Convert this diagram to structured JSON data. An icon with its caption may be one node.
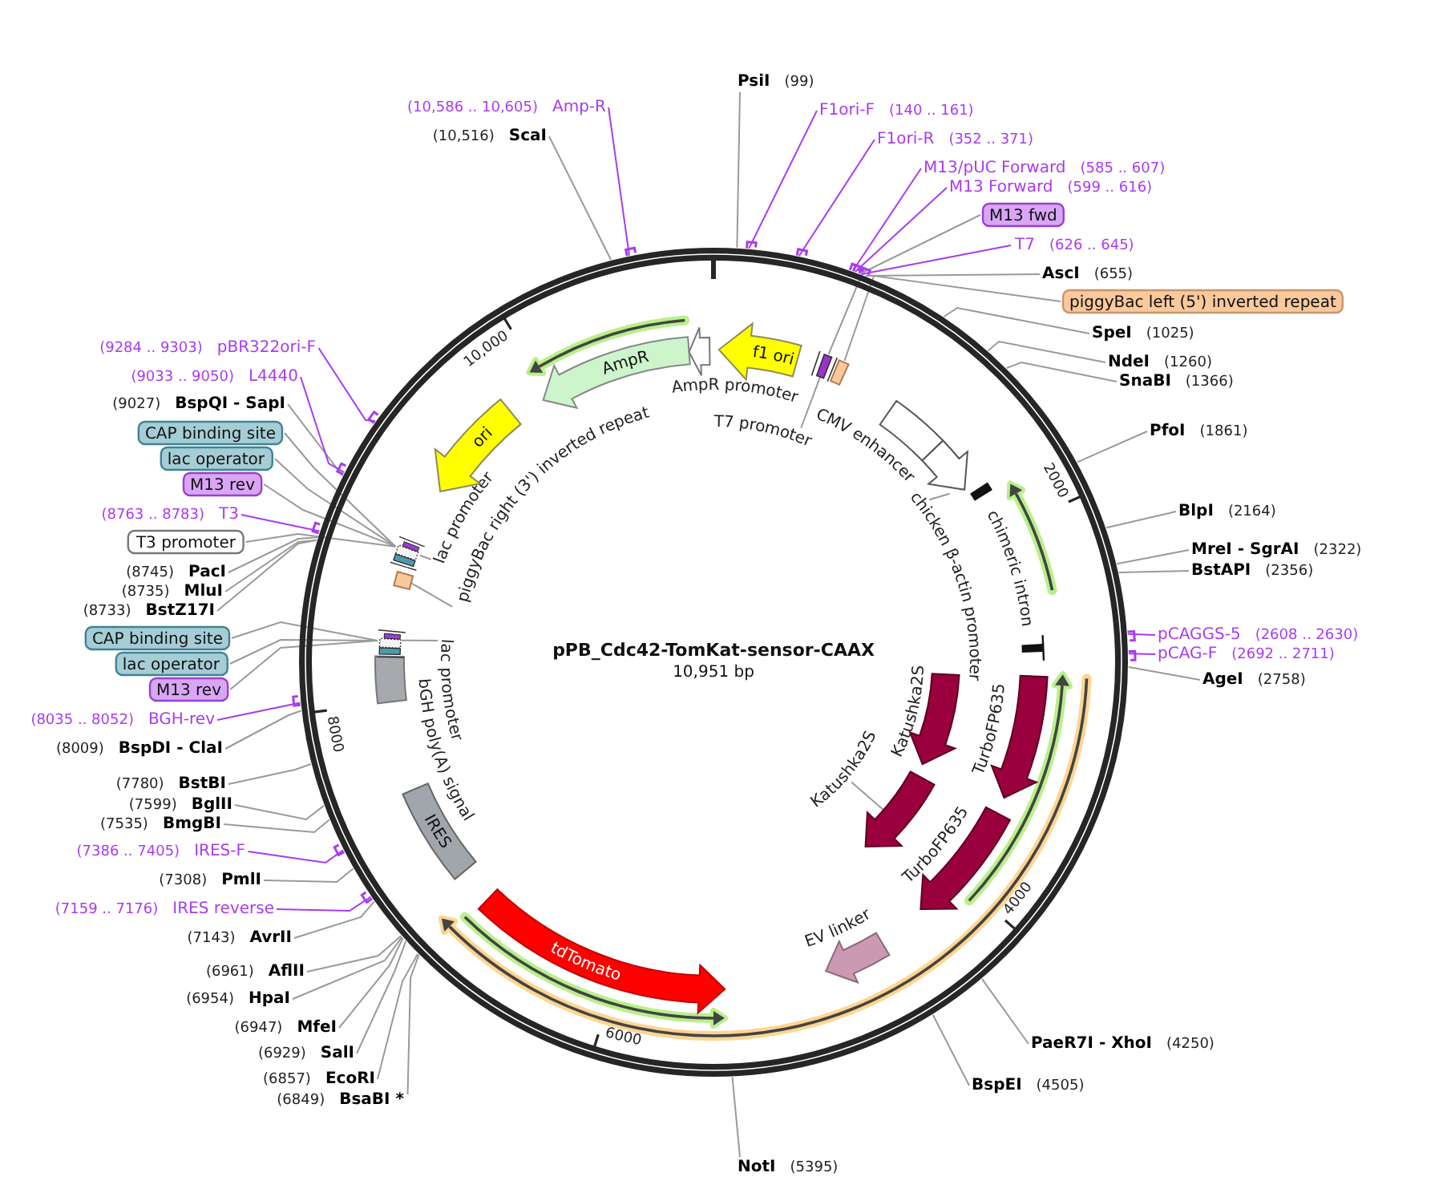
{
  "diagram": {
    "nodes": [
      {
        "text": [
          "pPB_Cdc42-TomKat-sensor-CAAX",
          "10,951 bp"
        ]
      },
      {
        "text": [
          "f1 ori"
        ],
        "in": 0
      },
      {
        "text": [
          "T7 promoter"
        ],
        "in": 0
      },
      {
        "text": [],
        "shape": "box",
        "in": 0
      },
      {
        "text": [],
        "shape": "box",
        "in": 0
      },
      {
        "text": [
          "CMV enhancer"
        ],
        "in": 0
      },
      {
        "text": [
          "chicken β-actin promoter"
        ],
        "in": 0
      },
      {
        "text": [],
        "shape": "arrow",
        "in": 0
      },
      {
        "text": [
          "chimeric intron"
        ],
        "in": 0
      },
      {
        "text": [
          "Katushka2S"
        ],
        "in": 0
      },
      {
        "text": [
          "TurboFP635"
        ],
        "in": 0
      },
      {
        "text": [
          "Katushka2S"
        ],
        "in": 0
      },
      {
        "text": [],
        "shape": "arrow",
        "in": 0
      },
      {
        "text": [
          "TurboFP635"
        ],
        "in": 0
      },
      {
        "text": [
          "EV linker"
        ],
        "in": 0
      },
      {
        "text": [
          "tdTomato"
        ],
        "in": 0
      },
      {
        "text": [
          "IRES"
        ],
        "in": 0
      },
      {
        "text": [
          "bGH poly(A) signal"
        ],
        "in": 0
      },
      {
        "text": [
          "lac promoter"
        ],
        "in": 0
      },
      {
        "text": [],
        "shape": "box",
        "in": 0
      },
      {
        "text": [
          "lac promoter"
        ],
        "in": 0
      },
      {
        "text": [],
        "shape": "box",
        "in": 0
      },
      {
        "text": [
          "piggyBac right (3') inverted repeat"
        ],
        "in": 0
      },
      {
        "text": [],
        "shape": "box",
        "in": 0
      },
      {
        "text": [
          "ori"
        ],
        "in": 0
      },
      {
        "text": [
          "AmpR"
        ],
        "in": 0
      },
      {
        "text": [
          "AmpR promoter"
        ],
        "in": 0
      },
      {
        "text": [
          "PsiI",
          "(99)"
        ]
      },
      {
        "text": [
          "F1ori-F",
          "(140 .. 161)"
        ]
      },
      {
        "text": [
          "F1ori-R",
          "(352 .. 371)"
        ]
      },
      {
        "text": [
          "M13/pUC Forward",
          "(585 .. 607)"
        ]
      },
      {
        "text": [
          "M13 Forward",
          "(599 .. 616)"
        ]
      },
      {
        "text": [
          "M13 fwd"
        ]
      },
      {
        "text": [
          "T7",
          "(626 .. 645)"
        ]
      },
      {
        "text": [
          "AscI",
          "(655)"
        ]
      },
      {
        "text": [
          "piggyBac left (5') inverted repeat"
        ]
      },
      {
        "text": [
          "SpeI",
          "(1025)"
        ]
      },
      {
        "text": [
          "NdeI",
          "(1260)"
        ]
      },
      {
        "text": [
          "SnaBI",
          "(1366)"
        ]
      },
      {
        "text": [
          "PfoI",
          "(1861)"
        ]
      },
      {
        "text": [
          "BlpI",
          "(2164)"
        ]
      },
      {
        "text": [
          "MreI - SgrAI",
          "(2322)"
        ]
      },
      {
        "text": [
          "BstAPI",
          "(2356)"
        ]
      },
      {
        "text": [
          "pCAGGS-5",
          "(2608 .. 2630)"
        ]
      },
      {
        "text": [
          "pCAG-F",
          "(2692 .. 2711)"
        ]
      },
      {
        "text": [
          "AgeI",
          "(2758)"
        ]
      },
      {
        "text": [
          "PaeR7I - XhoI",
          "(4250)"
        ]
      },
      {
        "text": [
          "BspEI",
          "(4505)"
        ]
      },
      {
        "text": [
          "NotI",
          "(5395)"
        ]
      },
      {
        "text": [
          "(6849)",
          "BsaBI *"
        ]
      },
      {
        "text": [
          "(6857)",
          "EcoRI"
        ]
      },
      {
        "text": [
          "(6929)",
          "SalI"
        ]
      },
      {
        "text": [
          "(6947)",
          "MfeI"
        ]
      },
      {
        "text": [
          "(6954)",
          "HpaI"
        ]
      },
      {
        "text": [
          "(6961)",
          "AflII"
        ]
      },
      {
        "text": [
          "(7143)",
          "AvrII"
        ]
      },
      {
        "text": [
          "(7159 .. 7176)",
          "IRES reverse"
        ]
      },
      {
        "text": [
          "(7308)",
          "PmlI"
        ]
      },
      {
        "text": [
          "(7386 .. 7405)",
          "IRES-F"
        ]
      },
      {
        "text": [
          "(7535)",
          "BmgBI"
        ]
      },
      {
        "text": [
          "(7599)",
          "BglII"
        ]
      },
      {
        "text": [
          "(7780)",
          "BstBI"
        ]
      },
      {
        "text": [
          "(8009)",
          "BspDI - ClaI"
        ]
      },
      {
        "text": [
          "(8035 .. 8052)",
          "BGH-rev"
        ]
      },
      {
        "text": [
          "M13 rev"
        ]
      },
      {
        "text": [
          "lac operator"
        ]
      },
      {
        "text": [
          "CAP binding site"
        ]
      },
      {
        "text": [
          "(8733)",
          "BstZ17I"
        ]
      },
      {
        "text": [
          "(8735)",
          "MluI"
        ]
      },
      {
        "text": [
          "(8745)",
          "PacI"
        ]
      },
      {
        "text": [
          "T3 promoter"
        ]
      },
      {
        "text": [
          "(8763 .. 8783)",
          "T3"
        ]
      },
      {
        "text": [
          "M13 rev"
        ]
      },
      {
        "text": [
          "lac operator"
        ]
      },
      {
        "text": [
          "CAP binding site"
        ]
      },
      {
        "text": [
          "(9027)",
          "BspQI - SapI"
        ]
      },
      {
        "text": [
          "(9033 .. 9050)",
          "L4440"
        ]
      },
      {
        "text": [
          "(9284 .. 9303)",
          "pBR322ori-F"
        ]
      },
      {
        "text": [
          "(10,516)",
          "ScaI"
        ]
      },
      {
        "text": [
          "(10,586 .. 10,605)",
          "Amp-R"
        ]
      }
    ],
    "edges": [
      {
        "from": 2,
        "to": 3,
        "arrow": "none"
      },
      {
        "from": 6,
        "to": 7,
        "arrow": "none"
      },
      {
        "from": 11,
        "to": 12,
        "arrow": "none"
      },
      {
        "from": 18,
        "to": 19,
        "arrow": "none"
      },
      {
        "from": 20,
        "to": 21,
        "arrow": "none"
      },
      {
        "from": 22,
        "to": 23,
        "arrow": "none"
      },
      {
        "from": 27,
        "to": 0,
        "arrow": "none"
      },
      {
        "from": 28,
        "to": 0,
        "arrow": "none",
        "color": "#a83cf0"
      },
      {
        "from": 29,
        "to": 0,
        "arrow": "none",
        "color": "#a83cf0"
      },
      {
        "from": 30,
        "to": 0,
        "arrow": "none",
        "color": "#a83cf0"
      },
      {
        "from": 31,
        "to": 0,
        "arrow": "none",
        "color": "#a83cf0"
      },
      {
        "from": 32,
        "to": 3,
        "arrow": "none"
      },
      {
        "from": 33,
        "to": 0,
        "arrow": "none",
        "color": "#a83cf0"
      },
      {
        "from": 34,
        "to": 0,
        "arrow": "none"
      },
      {
        "from": 35,
        "to": 4,
        "arrow": "none"
      },
      {
        "from": 36,
        "to": 0,
        "arrow": "none"
      },
      {
        "from": 37,
        "to": 0,
        "arrow": "none"
      },
      {
        "from": 38,
        "to": 0,
        "arrow": "none"
      },
      {
        "from": 39,
        "to": 0,
        "arrow": "none"
      },
      {
        "from": 40,
        "to": 0,
        "arrow": "none"
      },
      {
        "from": 41,
        "to": 0,
        "arrow": "none"
      },
      {
        "from": 42,
        "to": 0,
        "arrow": "none"
      },
      {
        "from": 43,
        "to": 0,
        "arrow": "none",
        "color": "#a83cf0"
      },
      {
        "from": 44,
        "to": 0,
        "arrow": "none",
        "color": "#a83cf0"
      },
      {
        "from": 45,
        "to": 0,
        "arrow": "none"
      },
      {
        "from": 46,
        "to": 0,
        "arrow": "none"
      },
      {
        "from": 47,
        "to": 0,
        "arrow": "none"
      },
      {
        "from": 48,
        "to": 0,
        "arrow": "none"
      },
      {
        "from": 49,
        "to": 0,
        "arrow": "none"
      },
      {
        "from": 50,
        "to": 0,
        "arrow": "none"
      },
      {
        "from": 51,
        "to": 0,
        "arrow": "none"
      },
      {
        "from": 52,
        "to": 0,
        "arrow": "none"
      },
      {
        "from": 53,
        "to": 0,
        "arrow": "none"
      },
      {
        "from": 54,
        "to": 0,
        "arrow": "none"
      },
      {
        "from": 55,
        "to": 0,
        "arrow": "none"
      },
      {
        "from": 56,
        "to": 0,
        "arrow": "none",
        "color": "#a83cf0"
      },
      {
        "from": 57,
        "to": 0,
        "arrow": "none"
      },
      {
        "from": 58,
        "to": 0,
        "arrow": "none",
        "color": "#a83cf0"
      },
      {
        "from": 59,
        "to": 0,
        "arrow": "none"
      },
      {
        "from": 60,
        "to": 0,
        "arrow": "none"
      },
      {
        "from": 61,
        "to": 0,
        "arrow": "none"
      },
      {
        "from": 62,
        "to": 0,
        "arrow": "none"
      },
      {
        "from": 63,
        "to": 0,
        "arrow": "none",
        "color": "#a83cf0"
      },
      {
        "from": 64,
        "to": 19,
        "arrow": "none"
      },
      {
        "from": 65,
        "to": 19,
        "arrow": "none"
      },
      {
        "from": 66,
        "to": 19,
        "arrow": "none"
      },
      {
        "from": 67,
        "to": 0,
        "arrow": "none"
      },
      {
        "from": 68,
        "to": 0,
        "arrow": "none"
      },
      {
        "from": 69,
        "to": 0,
        "arrow": "none"
      },
      {
        "from": 70,
        "to": 21,
        "arrow": "none"
      },
      {
        "from": 71,
        "to": 0,
        "arrow": "none",
        "color": "#a83cf0"
      },
      {
        "from": 72,
        "to": 21,
        "arrow": "none"
      },
      {
        "from": 73,
        "to": 21,
        "arrow": "none"
      },
      {
        "from": 74,
        "to": 21,
        "arrow": "none"
      },
      {
        "from": 75,
        "to": 0,
        "arrow": "none"
      },
      {
        "from": 76,
        "to": 0,
        "arrow": "none",
        "color": "#a83cf0"
      },
      {
        "from": 77,
        "to": 0,
        "arrow": "none",
        "color": "#a83cf0"
      },
      {
        "from": 78,
        "to": 0,
        "arrow": "none"
      },
      {
        "from": 79,
        "to": 0,
        "arrow": "none",
        "color": "#a83cf0"
      }
    ],
    "labels": [
      "2000",
      "4000",
      "6000",
      "8000",
      "10,000"
    ]
  }
}
